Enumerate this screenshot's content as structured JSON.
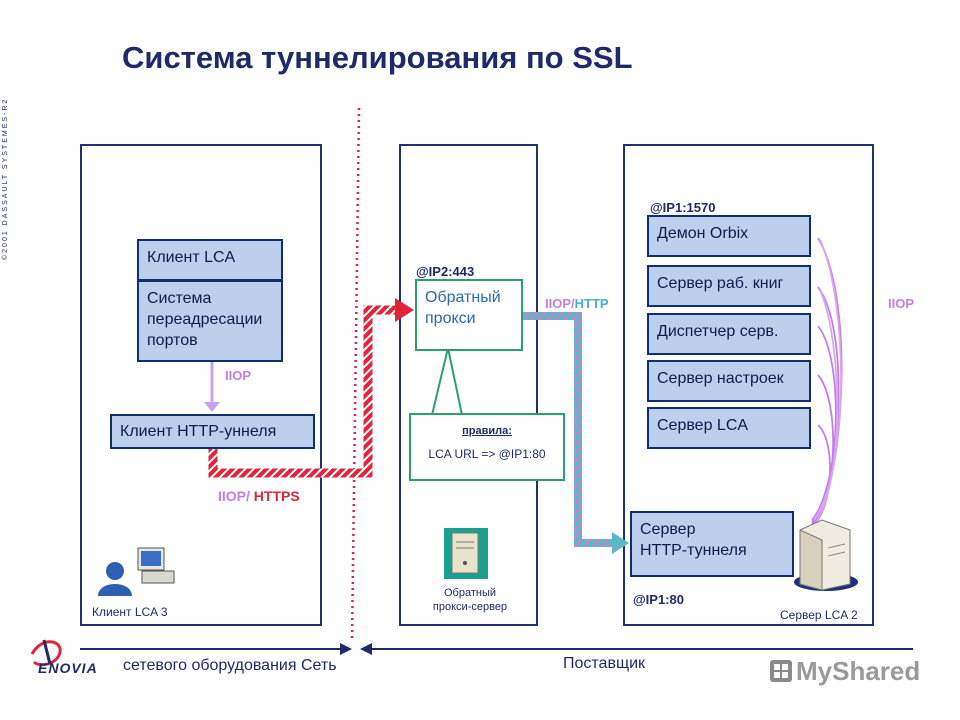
{
  "title": "Система туннелирования по SSL",
  "side_text": "©2001 DASSAULT SYSTEMES-R2",
  "client_panel": {
    "lca_client": "Клиент LCA",
    "port_redirect": [
      "Система",
      "переадресации",
      "портов"
    ],
    "iiop": "IIOP",
    "http_client": "Клиент HTTP-уннеля",
    "iiop_https_a": "IIOP/",
    "iiop_https_b": " HTTPS",
    "caption": "Клиент LCA 3"
  },
  "proxy_panel": {
    "address": "@IP2:443",
    "proxy": [
      "Обратный",
      "прокси"
    ],
    "rules_title": "правила:",
    "rules_text": "LCA URL => @IP1:80",
    "caption": [
      "Обратный",
      "прокси-сервер"
    ]
  },
  "server_panel": {
    "address_top": "@IP1:1570",
    "services": [
      "Демон Orbix",
      "Сервер раб. книг",
      "Диспетчер серв.",
      "Сервер настроек",
      "Сервер LCA"
    ],
    "http_tunnel": [
      "Сервер",
      "HTTP-туннеля"
    ],
    "address_bottom": "@IP1:80",
    "caption": "Сервер LCA 2",
    "iiop_right": "IIOP"
  },
  "link_label_a": "IIOP/",
  "link_label_b": "HTTP",
  "bottom_left": "сетевого оборудования Сеть",
  "bottom_right": "Поставщик",
  "logo_enovia": "ENOVIA",
  "logo_myshared": "MyShared",
  "colors": {
    "navy": "#1f2a6b",
    "box_fill": "#bcd0ee",
    "red": "#e0243c",
    "purple": "#c37fe8",
    "green": "#2aa06a",
    "teal": "#5bb8c8"
  }
}
